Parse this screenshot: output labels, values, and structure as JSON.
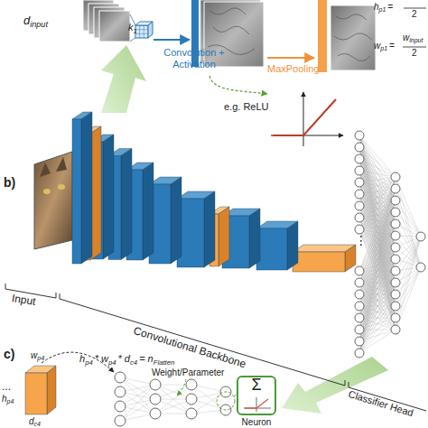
{
  "diagram": {
    "nodes": [
      {
        "text": [
          "Σ",
          "Neuron"
        ]
      }
    ],
    "labels": [
      "d",
      "input",
      "k",
      "1",
      "h",
      "p1",
      "=",
      "2",
      "w",
      "p1",
      "=",
      "w",
      "input",
      "2",
      "Convolution + Activation",
      "MaxPooling",
      "e.g. ReLU",
      "b)",
      "Input",
      "Convolutional Backbone",
      "Classifier Head",
      "c)",
      "...",
      "w",
      "p4",
      "h",
      "p4",
      "d",
      "c4",
      "h",
      "p4",
      "* w",
      "p4",
      "* d",
      "c4",
      "= n",
      "Flatten",
      "Weight/Parameter",
      "⋮"
    ]
  }
}
